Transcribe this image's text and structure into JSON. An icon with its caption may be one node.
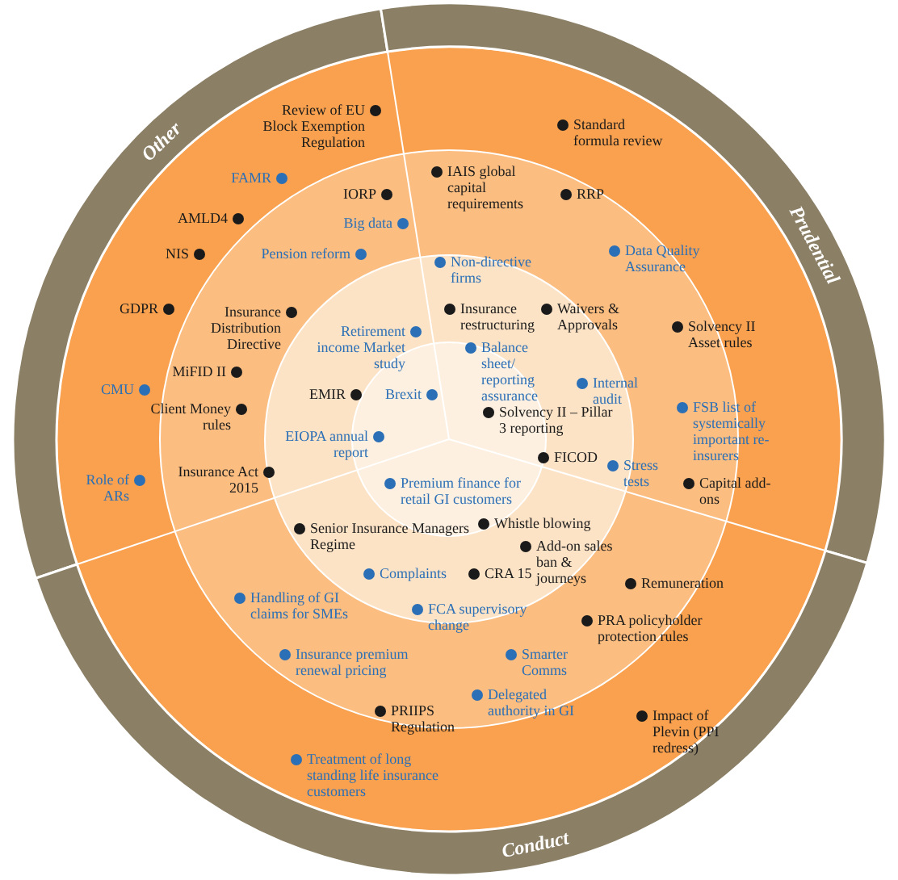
{
  "diagram": {
    "nodes": [
      {
        "text": [
          "Other"
        ]
      },
      {
        "text": [
          "Prudential"
        ]
      },
      {
        "text": [
          "Conduct"
        ]
      }
    ],
    "labels": [
      "Review of EU Block Exemption Regulation",
      "Standard formula review",
      "FAMR",
      "IORP",
      "IAIS global capital requirements",
      "RRP",
      "AMLD4",
      "Big data",
      "NIS",
      "Pension reform",
      "Non-directive firms",
      "Data Quality Assurance",
      "GDPR",
      "Insurance Distribution Directive",
      "Retirement income Market study",
      "Insurance restructuring",
      "Waivers & Approvals",
      "Solvency II Asset rules",
      "Balance sheet/ reporting assurance",
      "MiFID II",
      "Client Money rules",
      "EMIR",
      "Brexit",
      "Internal audit",
      "CMU",
      "FSB list of systemically important re-insurers",
      "Solvency II – Pillar 3 reporting",
      "EIOPA annual report",
      "FICOD",
      "Role of ARs",
      "Insurance Act 2015",
      "Premium finance for retail GI customers",
      "Stress tests",
      "Capital add-ons",
      "Senior Insurance Managers Regime",
      "Whistle blowing",
      "Add-on sales ban & journeys",
      "Complaints",
      "CRA 15",
      "Remuneration",
      "Handling of GI claims for SMEs",
      "FCA supervisory change",
      "PRA policyholder protection rules",
      "Insurance premium renewal pricing",
      "Smarter Comms",
      "Delegated authority in GI",
      "PRIIPS Regulation",
      "Impact of Plevin (PPI redress)",
      "Treatment of long standing life insurance customers"
    ]
  }
}
